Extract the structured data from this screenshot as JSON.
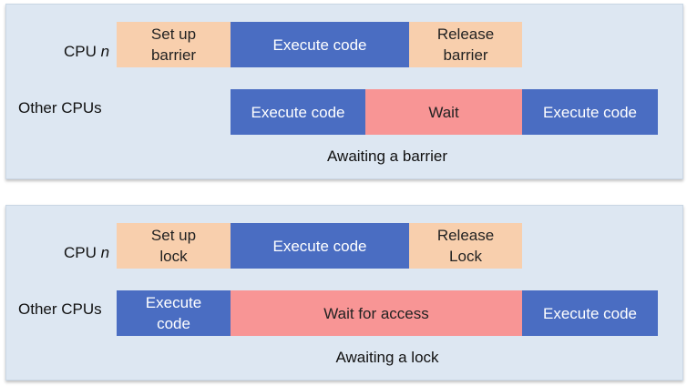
{
  "colors": {
    "panel_bg": "#dde7f2",
    "setup_release": "#f8cfad",
    "execute": "#4a6dc2",
    "wait": "#f89595"
  },
  "panels": [
    {
      "cpu_n_label": {
        "prefix": "CPU",
        "var": "n"
      },
      "other_label": "Other CPUs",
      "cpu_n_segments": [
        {
          "text": "Set up\nbarrier",
          "kind": "setup"
        },
        {
          "text": "Execute code",
          "kind": "execute"
        },
        {
          "text": "Release\nbarrier",
          "kind": "release"
        }
      ],
      "other_segments": [
        {
          "text": "Execute code",
          "kind": "execute"
        },
        {
          "text": "Wait",
          "kind": "wait"
        },
        {
          "text": "Execute code",
          "kind": "execute"
        }
      ],
      "caption": "Awaiting a barrier"
    },
    {
      "cpu_n_label": {
        "prefix": "CPU",
        "var": "n"
      },
      "other_label": "Other CPUs",
      "cpu_n_segments": [
        {
          "text": "Set up\nlock",
          "kind": "setup"
        },
        {
          "text": "Execute code",
          "kind": "execute"
        },
        {
          "text": "Release\nLock",
          "kind": "release"
        }
      ],
      "other_segments": [
        {
          "text": "Execute\ncode",
          "kind": "execute"
        },
        {
          "text": "Wait for access",
          "kind": "wait"
        },
        {
          "text": "Execute code",
          "kind": "execute"
        }
      ],
      "caption": "Awaiting a lock"
    }
  ]
}
